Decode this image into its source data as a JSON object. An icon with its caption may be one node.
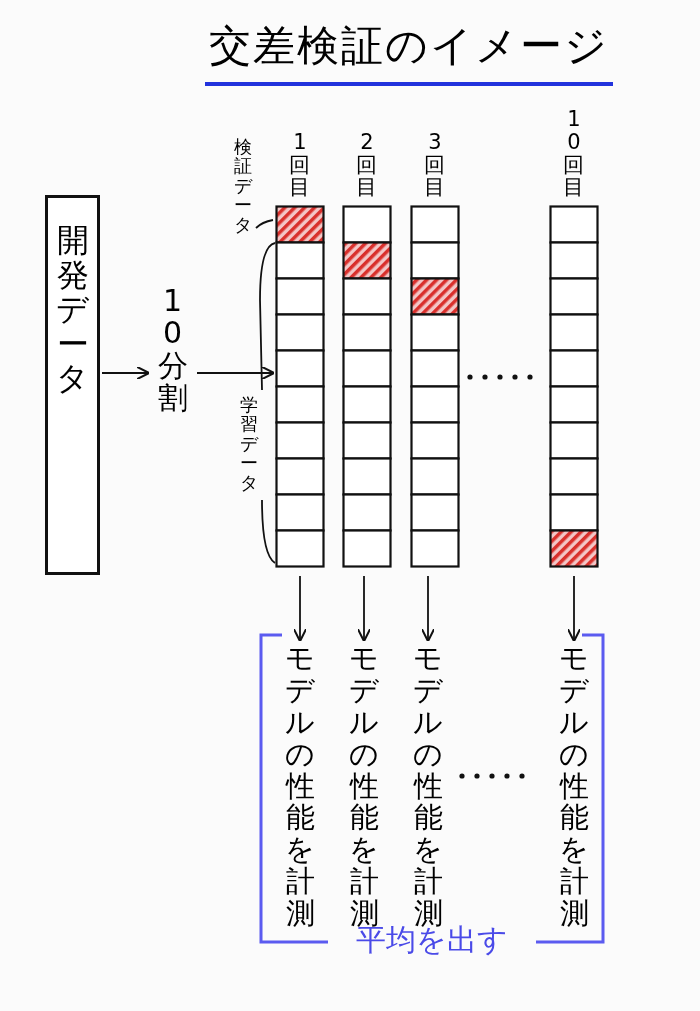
{
  "diagram": {
    "title": "交差検証のイメージ",
    "nodes": [
      {
        "text": [
          "開発データ"
        ]
      },
      {
        "text": [
          "10分割"
        ]
      },
      {
        "text": [
          "1回目"
        ]
      },
      {
        "text": [
          "2回目"
        ]
      },
      {
        "text": [
          "3回目"
        ]
      },
      {
        "text": [
          "10回目"
        ]
      },
      {
        "text": [
          "平均を出す"
        ]
      },
      {
        "text": [
          "モデルの性能を計測"
        ],
        "in": 6
      },
      {
        "text": [
          "モデルの性能を計測"
        ],
        "in": 6
      },
      {
        "text": [
          "モデルの性能を計測"
        ],
        "in": 6
      },
      {
        "text": [
          "モデルの性能を計測"
        ],
        "in": 6
      }
    ],
    "edges": [
      {
        "from": 0,
        "to": 1,
        "arrow": "to"
      },
      {
        "from": 1,
        "to": 2,
        "arrow": "to"
      },
      {
        "from": 2,
        "to": 7,
        "arrow": "to"
      },
      {
        "from": 3,
        "to": 8,
        "arrow": "to"
      },
      {
        "from": 4,
        "to": 9,
        "arrow": "to"
      },
      {
        "from": 5,
        "to": 10,
        "arrow": "to"
      }
    ],
    "labels": [
      "検証データ",
      "学習データ"
    ]
  }
}
